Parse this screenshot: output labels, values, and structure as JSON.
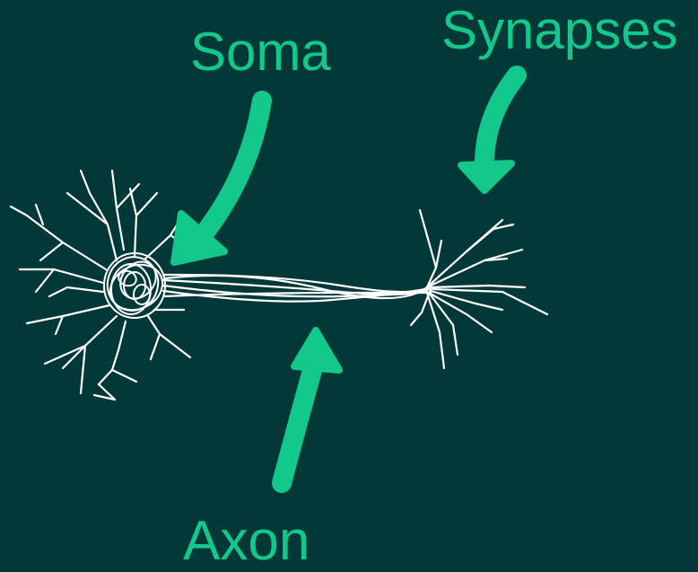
{
  "labels": {
    "soma": "Soma",
    "synapses": "Synapses",
    "axon": "Axon"
  },
  "colors": {
    "background": "#023838",
    "accent": "#12c88a",
    "neuron": "#ffffff"
  }
}
